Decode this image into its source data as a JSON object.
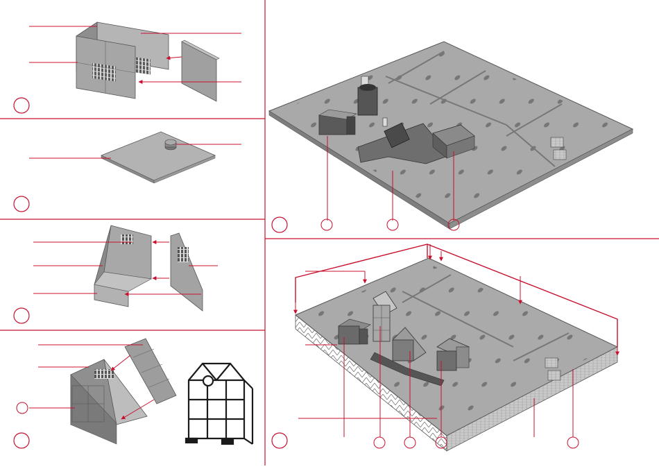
{
  "colors": {
    "accent": "#c8102e",
    "part_gray": "#9a9a9a",
    "part_light": "#b9b9b9",
    "part_dark": "#6e6e6e",
    "ink": "#1a1a1a",
    "background": "#ffffff"
  },
  "steps": [
    {
      "id": "step-1",
      "callouts": 4
    },
    {
      "id": "step-2",
      "callouts": 2
    },
    {
      "id": "step-3",
      "callouts": 4
    },
    {
      "id": "step-4",
      "callouts": 3
    },
    {
      "id": "step-5",
      "callouts": 3
    },
    {
      "id": "step-6",
      "callouts": 11
    }
  ]
}
